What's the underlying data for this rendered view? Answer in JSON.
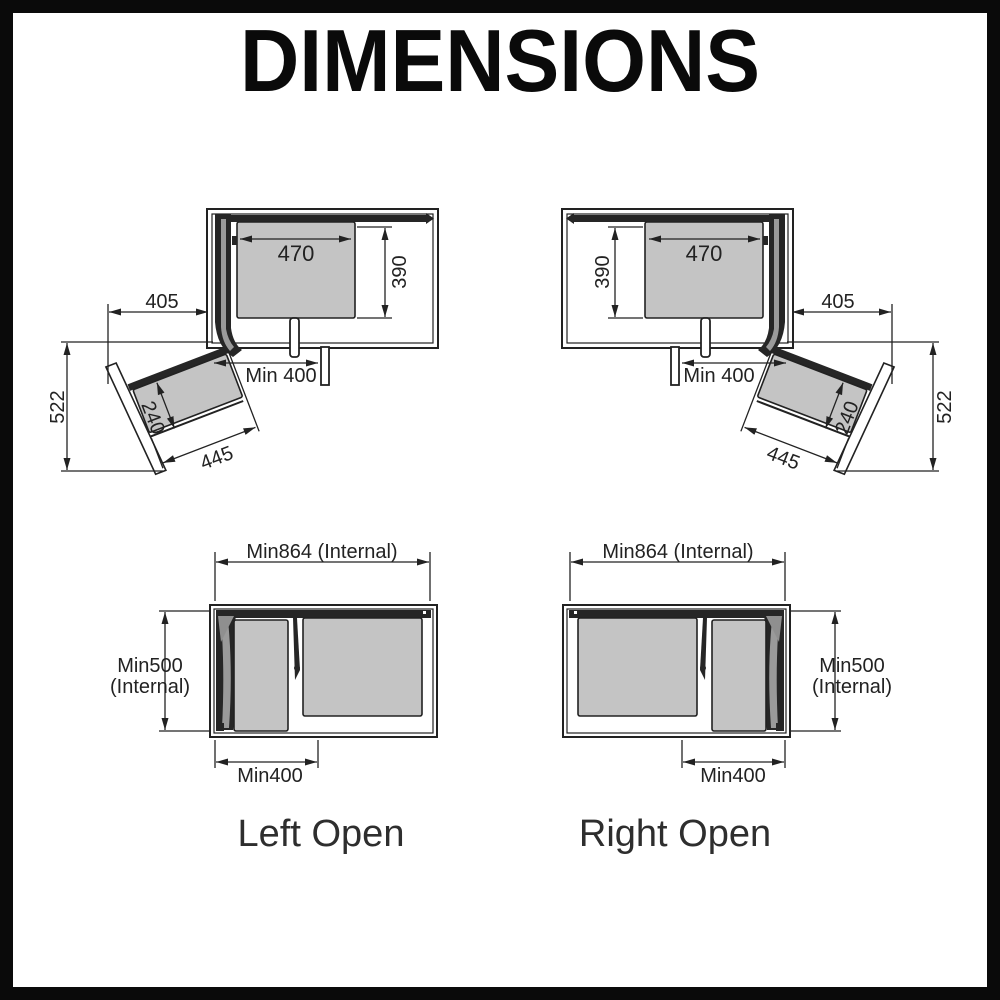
{
  "title": "DIMENSIONS",
  "open_view": {
    "basket_width": "470",
    "basket_depth": "390",
    "door_offset": "405",
    "swing_height": "522",
    "swung_basket_depth": "240",
    "swung_basket_width": "445",
    "min_opening": "Min 400"
  },
  "plan_view": {
    "internal_width": "Min864 (Internal)",
    "internal_depth_line1": "Min500",
    "internal_depth_line2": "(Internal)",
    "min_opening": "Min400"
  },
  "captions": {
    "left": "Left Open",
    "right": "Right Open"
  },
  "colors": {
    "line": "#222222",
    "basket_fill": "#c4c4c4",
    "door_fill": "#262626",
    "stripe": "#9a9a9a",
    "frame": "#0a0a0a",
    "caption": "#2e2e2e"
  }
}
